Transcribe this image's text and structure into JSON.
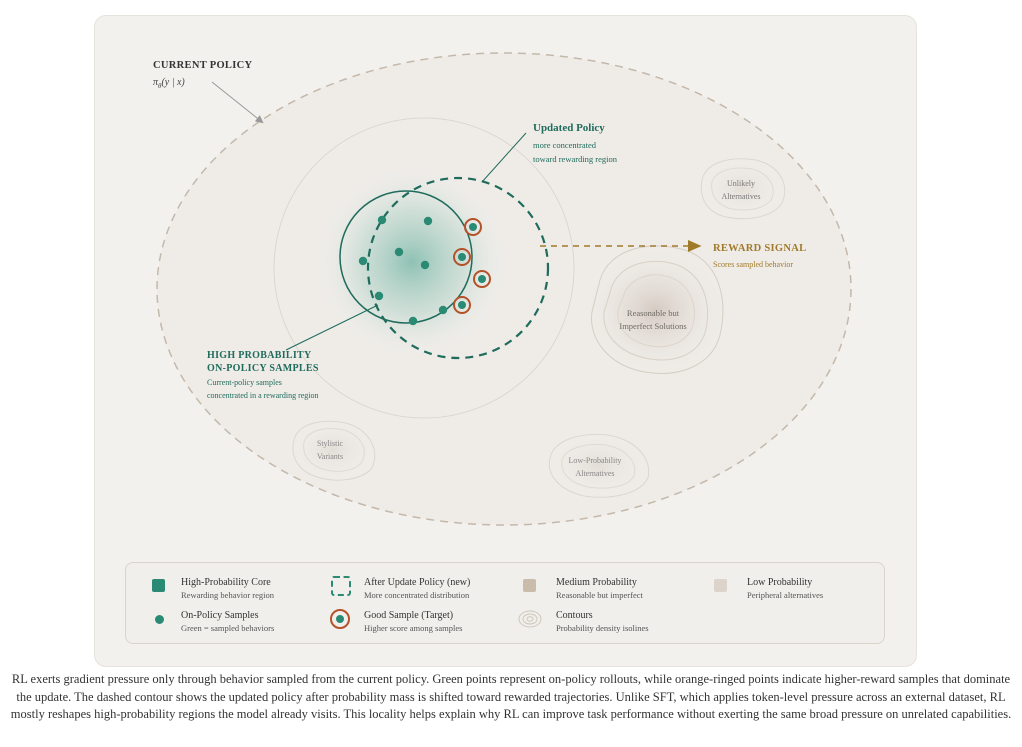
{
  "diagram": {
    "current_policy": {
      "title": "CURRENT POLICY",
      "formula": "π",
      "formula_sub": "θ",
      "formula_rest": "(y | x)"
    },
    "updated_policy": {
      "title": "Updated Policy",
      "line1": "more concentrated",
      "line2": "toward rewarding region"
    },
    "reward_signal": {
      "title": "REWARD SIGNAL",
      "sub": "Scores sampled behavior"
    },
    "high_prob": {
      "line1": "HIGH PROBABILITY",
      "line2": "ON-POLICY SAMPLES",
      "sub1": "Current-policy samples",
      "sub2": "concentrated in a rewarding region"
    },
    "regions": {
      "unlikely": [
        "Unlikely",
        "Alternatives"
      ],
      "reasonable": [
        "Reasonable but",
        "Imperfect Solutions"
      ],
      "stylistic": [
        "Stylistic",
        "Variants"
      ],
      "low_prob": [
        "Low-Probability",
        "Alternatives"
      ]
    },
    "colors": {
      "accent": "#1f6b5c",
      "sample": "#2a8a74",
      "good_ring": "#b4522a",
      "reward": "#a07a2a",
      "outer_dash": "#c4b8aa"
    }
  },
  "legend": {
    "items": [
      {
        "title": "High-Probability Core",
        "sub": "Rewarding behavior region"
      },
      {
        "title": "After Update Policy (new)",
        "sub": "More concentrated distribution"
      },
      {
        "title": "Medium Probability",
        "sub": "Reasonable but imperfect"
      },
      {
        "title": "Low Probability",
        "sub": "Peripheral alternatives"
      },
      {
        "title": "On-Policy Samples",
        "sub": "Green = sampled behaviors"
      },
      {
        "title": "Good Sample (Target)",
        "sub": "Higher score among samples"
      },
      {
        "title": "Contours",
        "sub": "Probability density isolines"
      }
    ]
  },
  "caption": "RL exerts gradient pressure only through behavior sampled from the current policy. Green points represent on-policy rollouts, while orange-ringed points indicate higher-reward samples that dominate the update. The dashed contour shows the updated policy after probability mass is shifted toward rewarded trajectories. Unlike SFT, which applies token-level pressure across an external dataset, RL mostly reshapes high-probability regions the model already visits. This locality helps explain why RL can improve task performance without exerting the same broad pressure on unrelated capabilities."
}
